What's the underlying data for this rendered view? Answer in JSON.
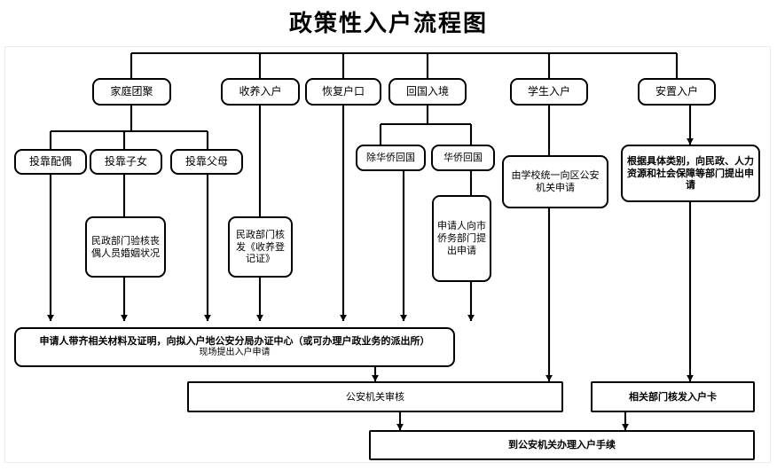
{
  "title": "政策性入户流程图",
  "diagram": {
    "type": "flowchart",
    "orientation": "top-down",
    "top_row": [
      {
        "id": "family",
        "label": "家庭团聚"
      },
      {
        "id": "adoption",
        "label": "收养入户"
      },
      {
        "id": "restore",
        "label": "恢复户口"
      },
      {
        "id": "return",
        "label": "回国入境"
      },
      {
        "id": "student",
        "label": "学生入户"
      },
      {
        "id": "settle",
        "label": "安置入户"
      }
    ],
    "second_row": [
      {
        "id": "spouse",
        "label": "投靠配偶"
      },
      {
        "id": "children",
        "label": "投靠子女"
      },
      {
        "id": "parents",
        "label": "投靠父母"
      },
      {
        "id": "non-qiao",
        "label": "除华侨回国"
      },
      {
        "id": "qiao",
        "label": "华侨回国"
      }
    ],
    "detail_nodes": [
      {
        "id": "civil-marriage",
        "label": "民政部门验核丧偶人员婚姻状况"
      },
      {
        "id": "civil-adopt",
        "label": "民政部门核发《收养登记证》"
      },
      {
        "id": "qiao-apply",
        "label": "申请人向市侨务部门提出申请"
      },
      {
        "id": "school-apply",
        "label": "由学校统一向区公安机关申请"
      },
      {
        "id": "settle-apply",
        "label": "根据具体类别，向民政、人力资源和社会保障等部门提出申请"
      }
    ],
    "process_nodes": [
      {
        "id": "submit-application",
        "line1": "申请人带齐相关材料及证明，向拟入户地公安分局办证中心（或可办理户政业务的派出所）",
        "line2": "现场提出入户申请"
      },
      {
        "id": "police-review",
        "label": "公安机关审核"
      },
      {
        "id": "issue-card",
        "label": "相关部门核发入户卡"
      },
      {
        "id": "final-procedure",
        "label": "到公安机关办理入户手续"
      }
    ],
    "colors": {
      "line": "#000000",
      "background": "#ffffff",
      "text": "#000000",
      "frame": "#eceaea"
    }
  }
}
